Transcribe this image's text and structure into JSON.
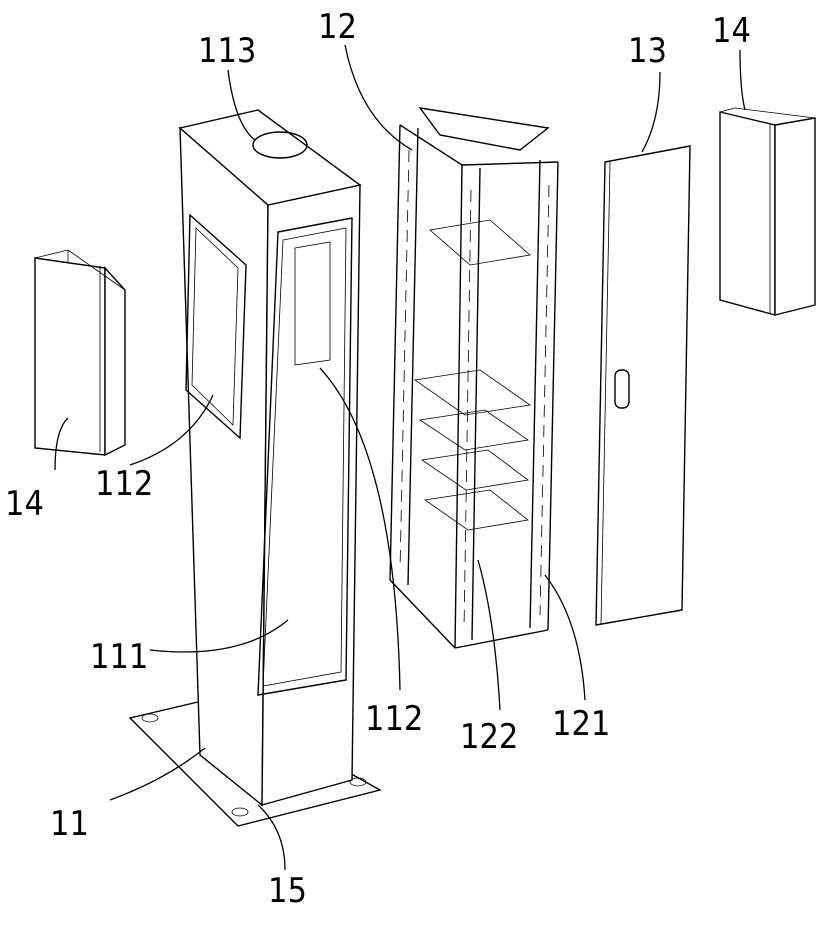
{
  "figure": {
    "labels": {
      "column_body": "11",
      "main_window": "111",
      "side_window_left": "112",
      "side_window_right": "112",
      "top_opening": "113",
      "rack": "12",
      "rack_upright": "121",
      "rack_shelf": "122",
      "door": "13",
      "box_left": "14",
      "box_right": "14",
      "base_plate": "15"
    }
  }
}
